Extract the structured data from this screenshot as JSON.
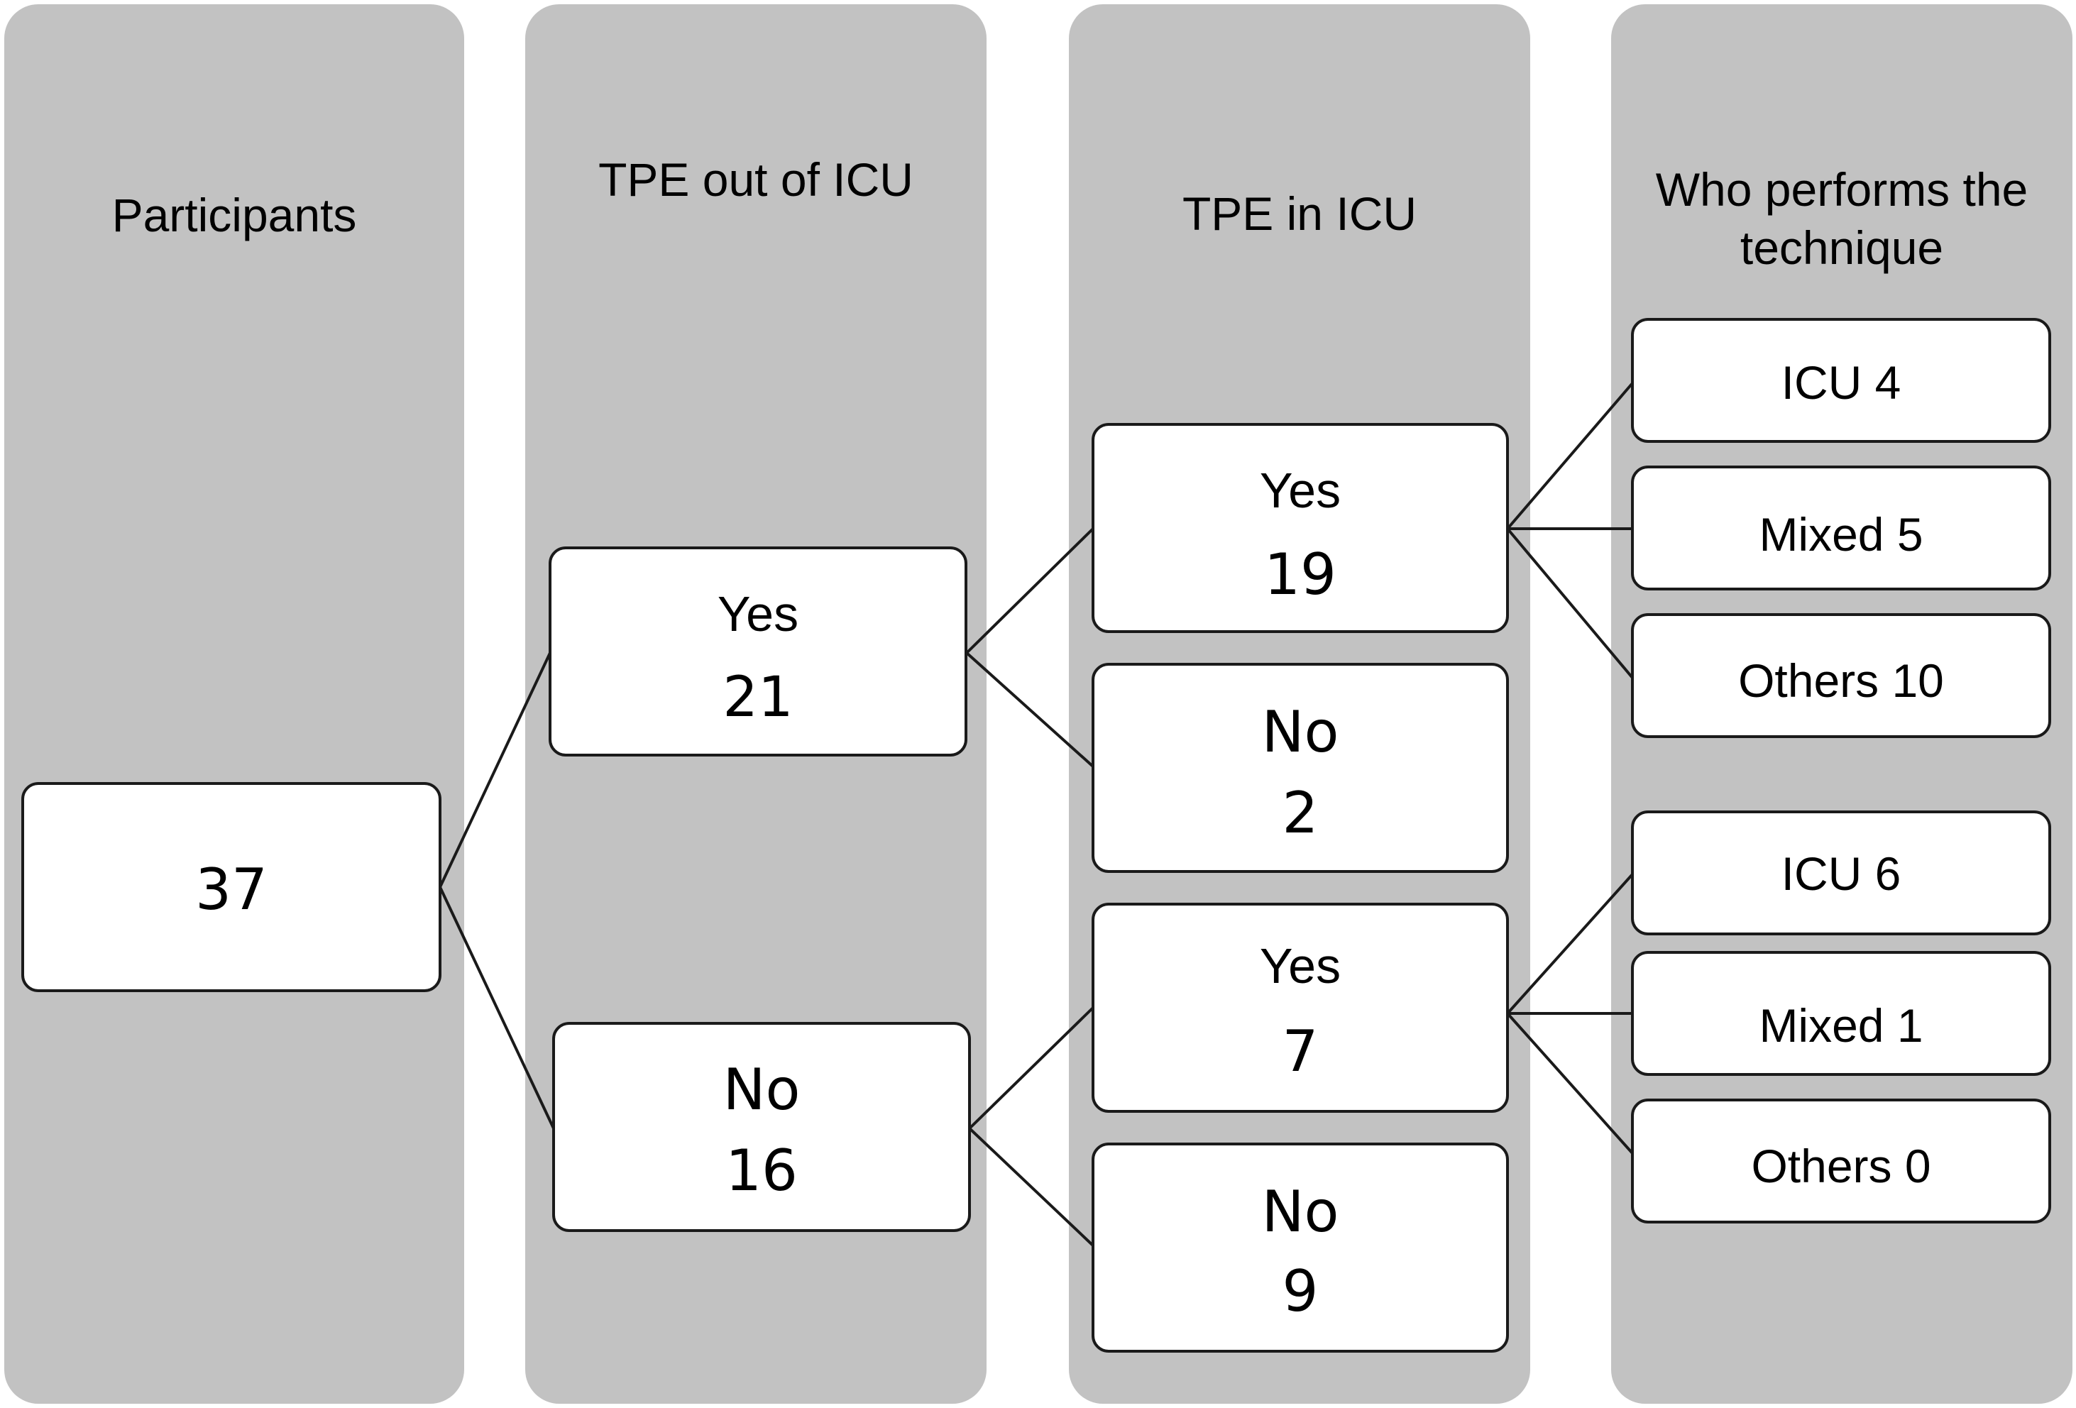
{
  "columns": [
    {
      "title": "Participants"
    },
    {
      "title": "TPE out of ICU"
    },
    {
      "title": "TPE in ICU"
    },
    {
      "title": "Who performs the\ntechnique"
    }
  ],
  "participants": {
    "value": "37"
  },
  "out_of_icu": {
    "yes": {
      "label": "Yes",
      "value": "21"
    },
    "no": {
      "label": "No",
      "value": "16"
    }
  },
  "in_icu": {
    "yes_after_yes": {
      "label": "Yes",
      "value": "19"
    },
    "no_after_yes": {
      "label": "No",
      "value": "2"
    },
    "yes_after_no": {
      "label": "Yes",
      "value": "7"
    },
    "no_after_no": {
      "label": "No",
      "value": "9"
    }
  },
  "performer": {
    "group1": [
      "ICU 4",
      "Mixed 5",
      "Others 10"
    ],
    "group2": [
      "ICU 6",
      "Mixed 1",
      "Others 0"
    ]
  }
}
